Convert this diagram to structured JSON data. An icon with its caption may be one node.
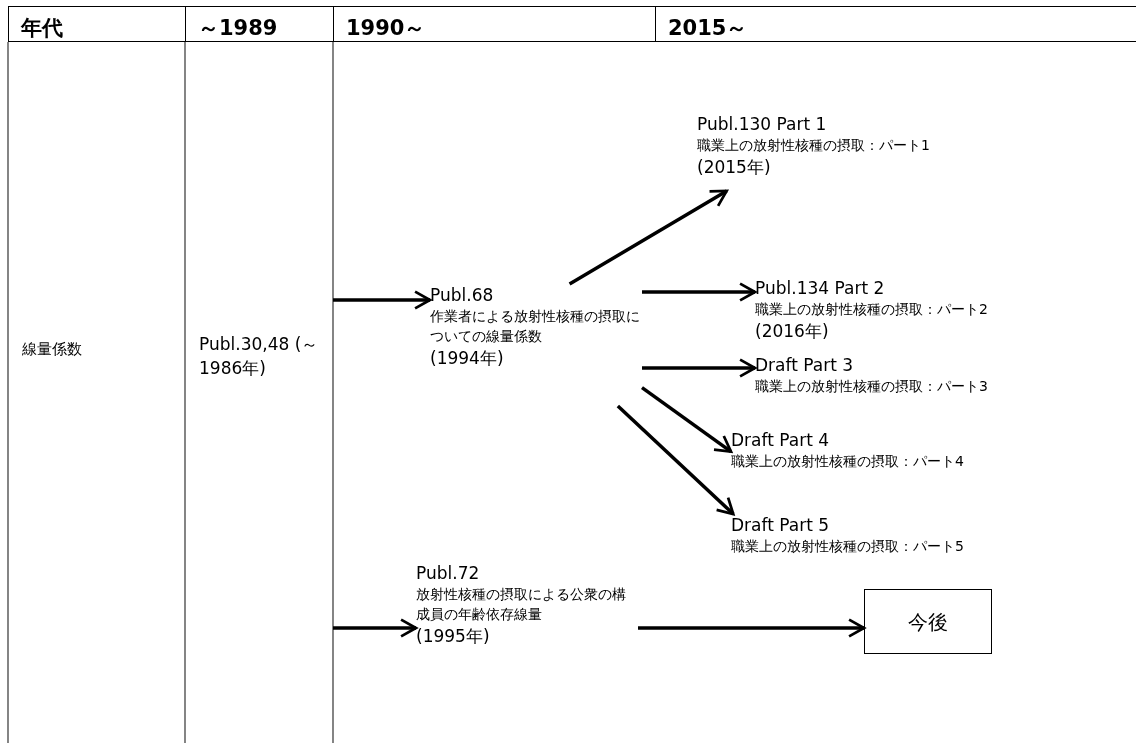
{
  "diagram": {
    "nodes": [
      {
        "text": [
          "Publ.68",
          "作業者による放射性核種の摂取についての線量係数",
          "(1994年)"
        ]
      },
      {
        "text": [
          "Publ.130 Part 1",
          "職業上の放射性核種の摂取：パート1",
          "(2015年)"
        ]
      },
      {
        "text": [
          "Publ.134 Part 2",
          "職業上の放射性核種の摂取：パート2",
          "(2016年)"
        ]
      },
      {
        "text": [
          "Draft Part 3",
          "職業上の放射性核種の摂取：パート3"
        ]
      },
      {
        "text": [
          "Draft Part 4",
          "職業上の放射性核種の摂取：パート4"
        ]
      },
      {
        "text": [
          "Draft Part 5",
          "職業上の放射性核種の摂取：パート5"
        ]
      },
      {
        "text": [
          "Publ.72",
          "放射性核種の摂取による公衆の構成員の年齢依存線量",
          "(1995年)"
        ]
      },
      {
        "text": [
          "今後"
        ]
      }
    ],
    "edges": [
      {
        "from": null,
        "to": 0,
        "arrow": "to"
      },
      {
        "from": 0,
        "to": 1,
        "arrow": "to"
      },
      {
        "from": 0,
        "to": 2,
        "arrow": "to"
      },
      {
        "from": 0,
        "to": 3,
        "arrow": "to"
      },
      {
        "from": 0,
        "to": 4,
        "arrow": "to"
      },
      {
        "from": 0,
        "to": 5,
        "arrow": "to"
      },
      {
        "from": null,
        "to": 6,
        "arrow": "to"
      },
      {
        "from": 6,
        "to": 7,
        "arrow": "to"
      }
    ],
    "labels": [
      "年代",
      "～1989",
      "1990～",
      "2015～",
      "線量係数",
      "Publ.30,48 (～1986年)"
    ]
  }
}
